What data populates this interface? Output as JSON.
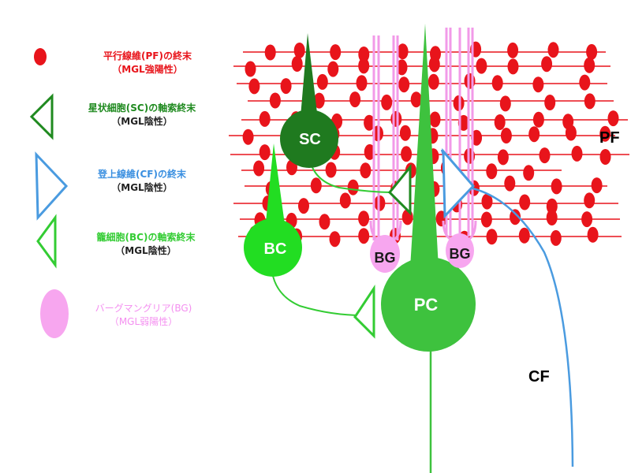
{
  "legend": {
    "items": [
      {
        "title": "平行線維(PF)の終末",
        "subtitle": "（MGL強陽性）",
        "color": "#e8141b"
      },
      {
        "title": "星状細胞(SC)の軸索終末",
        "subtitle": "（MGL陰性）",
        "color": "#1f8a1f"
      },
      {
        "title": "登上線維(CF)の終末",
        "subtitle": "（MGL陰性）",
        "color": "#3a8fe0"
      },
      {
        "title": "籠細胞(BC)の軸索終末",
        "subtitle": "（MGL陰性）",
        "color": "#33cc33"
      },
      {
        "title": "バーグマングリア(BG)",
        "subtitle": "（MGL弱陽性）",
        "color": "#f48ff0"
      }
    ]
  },
  "labels": {
    "pf": "PF",
    "cf": "CF",
    "sc": "SC",
    "bc": "BC",
    "pc": "PC",
    "bg": "BG"
  },
  "colors": {
    "pf": "#e8141b",
    "sc": "#1f7a1f",
    "pc": "#3ec23e",
    "bc": "#22dd22",
    "bg": "#f7a6ef",
    "cf": "#4a9be0"
  }
}
